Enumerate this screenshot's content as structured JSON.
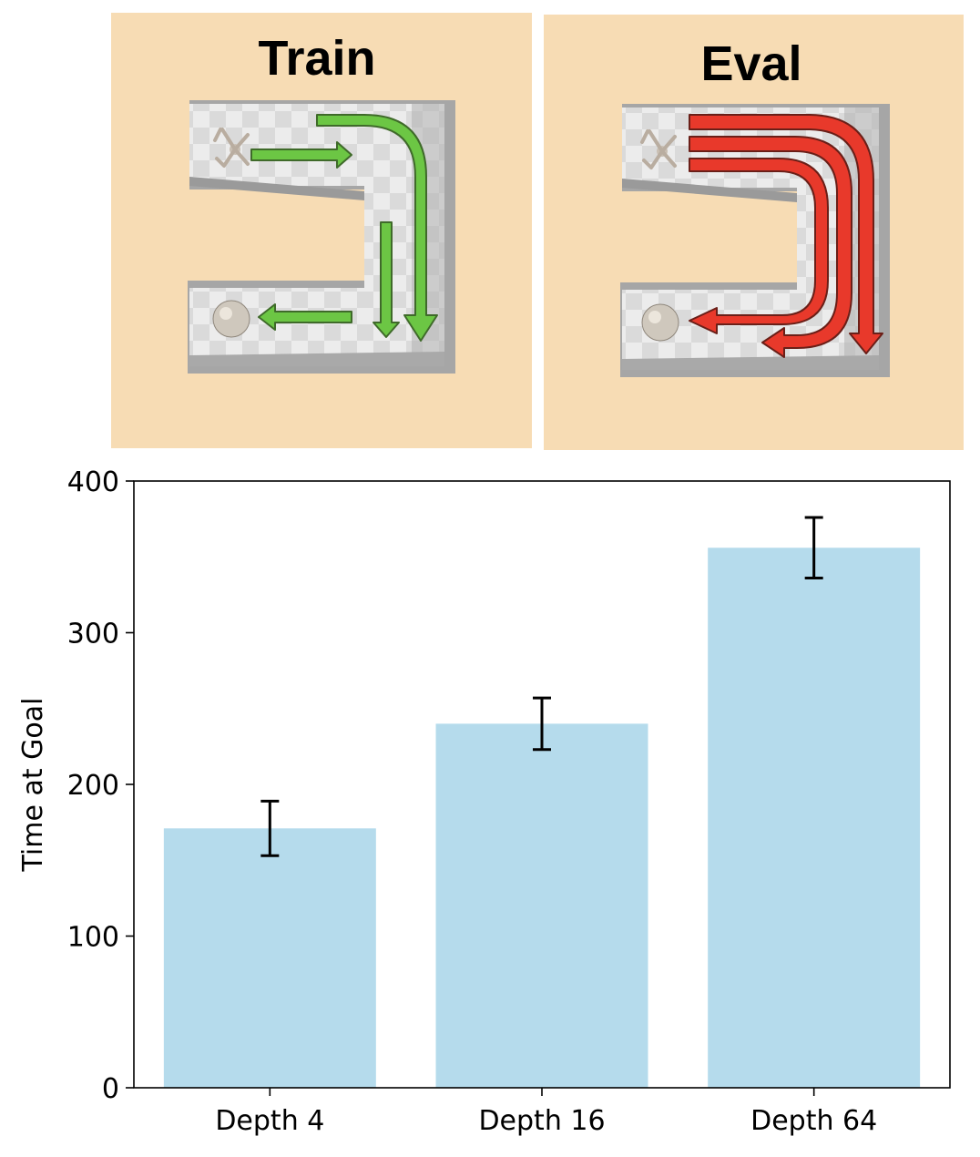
{
  "panels": [
    {
      "title": "Train",
      "arrow_color": "#6cc644"
    },
    {
      "title": "Eval",
      "arrow_color": "#e8392b"
    }
  ],
  "colors": {
    "floor_background": "#f7dcb4",
    "maze_floor": "#e4e4e4",
    "maze_wall_shadow": "#9f9f9f",
    "bar": "#b5dbec",
    "error_bar": "#000000"
  },
  "chart_data": {
    "type": "bar",
    "categories": [
      "Depth 4",
      "Depth 16",
      "Depth 64"
    ],
    "values": [
      171,
      240,
      356
    ],
    "errors": [
      18,
      17,
      20
    ],
    "title": "",
    "xlabel": "",
    "ylabel": "Time at Goal",
    "ylim": [
      0,
      400
    ],
    "yticks": [
      0,
      100,
      200,
      300,
      400
    ],
    "grid": false
  }
}
